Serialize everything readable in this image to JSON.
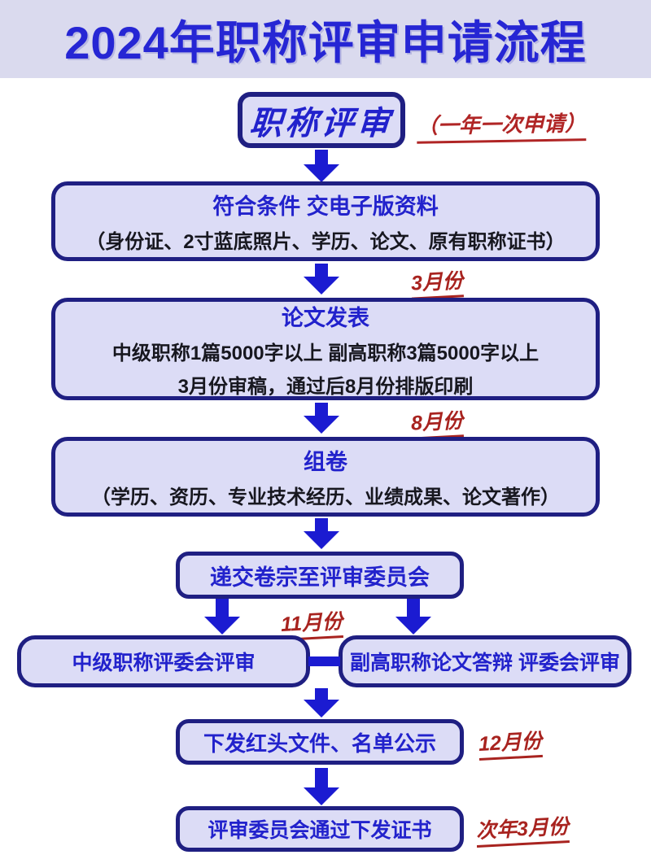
{
  "title": "2024年职称评审申请流程",
  "colors": {
    "title_text": "#2626d4",
    "band_bg": "#dadaee",
    "box_fill": "#dcdcf6",
    "box_border": "#1f1f82",
    "arrow_blue": "#1b1bd1",
    "heading_blue": "#2222cc",
    "detail_black": "#17171f",
    "annotation_red": "#a8231f"
  },
  "start": {
    "label": "职称评审",
    "note": "（一年一次申请）"
  },
  "steps": {
    "materials": {
      "heading": "符合条件 交电子版资料",
      "detail": "（身份证、2寸蓝底照片、学历、论文、原有职称证书）"
    },
    "paper": {
      "heading": "论文发表",
      "line1": "中级职称1篇5000字以上 副高职称3篇5000字以上",
      "line2": "3月份审稿，通过后8月份排版印刷"
    },
    "dossier": {
      "heading": "组卷",
      "detail": "（学历、资历、专业技术经历、业绩成果、论文著作）"
    },
    "submit": {
      "heading": "递交卷宗至评审委员会"
    },
    "branch_left": {
      "heading": "中级职称评委会评审"
    },
    "branch_right": {
      "heading": "副高职称论文答辩 评委会评审"
    },
    "publish": {
      "heading": "下发红头文件、名单公示"
    },
    "certificate": {
      "heading": "评审委员会通过下发证书"
    }
  },
  "months": {
    "march": "3月份",
    "august": "8月份",
    "november": "11月份",
    "december": "12月份",
    "next_march": "次年3月份"
  }
}
